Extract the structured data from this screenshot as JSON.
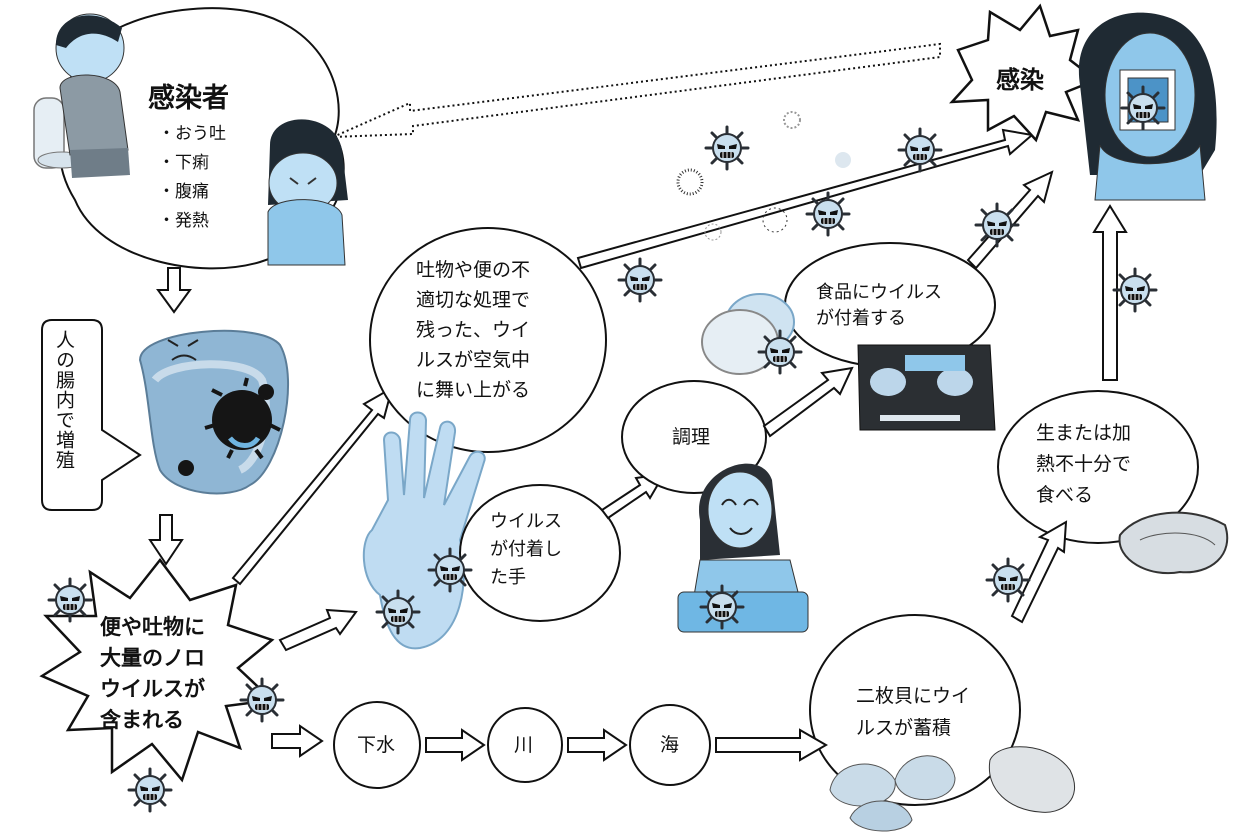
{
  "infected": {
    "title": "感染者",
    "symptoms": [
      "・おう吐",
      "・下痢",
      "・腹痛",
      "・発熱"
    ]
  },
  "intestine": {
    "label": "人の腸内で増殖"
  },
  "source": {
    "label": "便や吐物に\n大量のノロ\nウイルスが\n含まれる"
  },
  "airborne": {
    "label": "吐物や便の不\n適切な処理で\n残った、ウイ\nルスが空気中\nに舞い上がる"
  },
  "hand": {
    "label": "ウイルス\nが付着し\nた手"
  },
  "cooking": {
    "label": "調理"
  },
  "food": {
    "label": "食品にウイルス\nが付着する"
  },
  "raw": {
    "label": "生または加\n熱不十分で\n食べる"
  },
  "bivalve": {
    "label": "二枚貝にウイ\nルスが蓄積"
  },
  "water_path": {
    "sewer": "下水",
    "river": "川",
    "sea": "海"
  },
  "result": {
    "label": "感染"
  },
  "colors": {
    "figure_blue": "#8fc7ea",
    "skin_blue": "#bfe0f5",
    "hair": "#1f2a33",
    "virus": "#2a2f35",
    "outline": "#111111"
  },
  "icons": [
    "sick-person-icon",
    "sick-child-icon",
    "intestine-icon",
    "virus-icon",
    "hand-icon",
    "cook-icon",
    "meal-tray-icon",
    "oyster-icon",
    "clam-icon",
    "masked-woman-icon"
  ]
}
